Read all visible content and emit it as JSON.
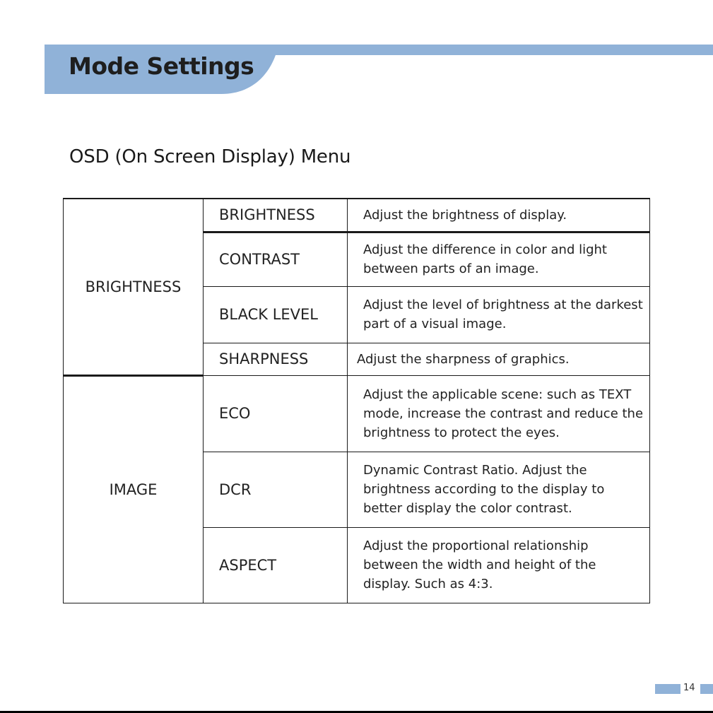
{
  "header": {
    "title": "Mode Settings",
    "bar_color": "#90b2d8"
  },
  "section": {
    "title": "OSD (On Screen Display) Menu"
  },
  "table": {
    "groups": [
      {
        "category": "BRIGHTNESS",
        "rows": [
          {
            "setting": "BRIGHTNESS",
            "description": "Adjust the brightness of display."
          },
          {
            "setting": "CONTRAST",
            "description": "Adjust the difference in color and light between parts of an image."
          },
          {
            "setting": "BLACK LEVEL",
            "description": "Adjust the level of brightness at the darkest part of a visual image."
          },
          {
            "setting": "SHARPNESS",
            "description": "Adjust the sharpness of graphics."
          }
        ]
      },
      {
        "category": "IMAGE",
        "rows": [
          {
            "setting": "ECO",
            "description": "Adjust the applicable scene: such as TEXT mode, increase the contrast and reduce the brightness to protect the eyes."
          },
          {
            "setting": "DCR",
            "description": "Dynamic Contrast Ratio. Adjust the brightness according to the display to better display the color contrast."
          },
          {
            "setting": "ASPECT",
            "description": "Adjust the proportional relationship between the width and height of the display. Such as 4:3."
          }
        ]
      }
    ]
  },
  "footer": {
    "page_number": "14"
  }
}
